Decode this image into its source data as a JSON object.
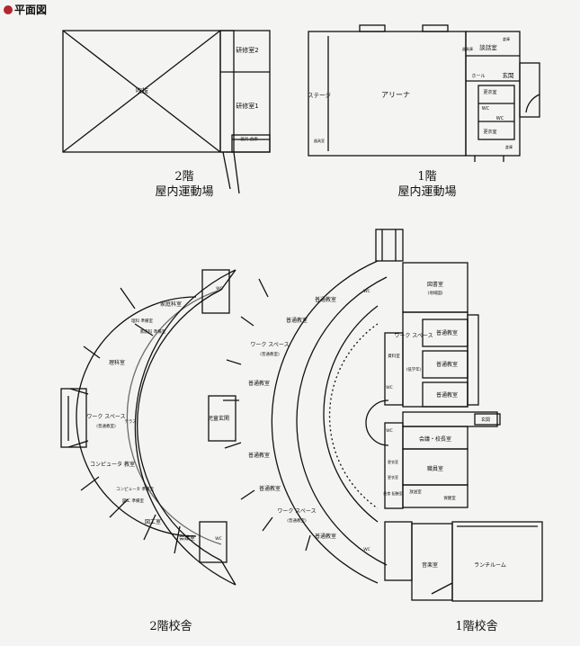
{
  "title": "平面図",
  "gym2": {
    "caption": [
      "2階",
      "屋内運動場"
    ],
    "rooms": [
      "吹抜",
      "研修室2",
      "研修室1",
      "器具 倉庫"
    ]
  },
  "gym1": {
    "caption": [
      "1階",
      "屋内運動場"
    ],
    "rooms": [
      "ステージ",
      "アリーナ",
      "談話室",
      "器具庫",
      "ホール",
      "玄関",
      "更衣室",
      "WC",
      "WC",
      "更衣室",
      "器具室",
      "倉庫",
      "倉庫"
    ]
  },
  "school2": {
    "caption": "2階校舎",
    "rooms": [
      "家庭科室",
      "理科 準備室",
      "家庭科 準備室",
      "理科室",
      "ワーク スペース",
      "(普通教室)",
      "テラス",
      "コンピュータ 教室",
      "コンピュータ 準備室",
      "図工 準備室",
      "図工室",
      "会議室",
      "WC",
      "WC"
    ]
  },
  "school1": {
    "caption": "1階校舎",
    "rooms": [
      "普通教室",
      "普通教室",
      "ワーク スペース",
      "(普通教室)",
      "普通教室",
      "児童玄関",
      "普通教室",
      "普通教室",
      "ワーク スペース",
      "(普通教室)",
      "普通教室",
      "WC",
      "WC",
      "WC",
      "WC",
      "図書室",
      "(地域図)",
      "ワーク スペース",
      "(低学年)",
      "普通教室",
      "普通教室",
      "普通教室",
      "資料室",
      "会議・校長室",
      "職員室",
      "放送室",
      "保健室",
      "玄関",
      "音楽室",
      "ランチルーム",
      "更衣室",
      "更衣室",
      "給食 配膳室"
    ]
  }
}
